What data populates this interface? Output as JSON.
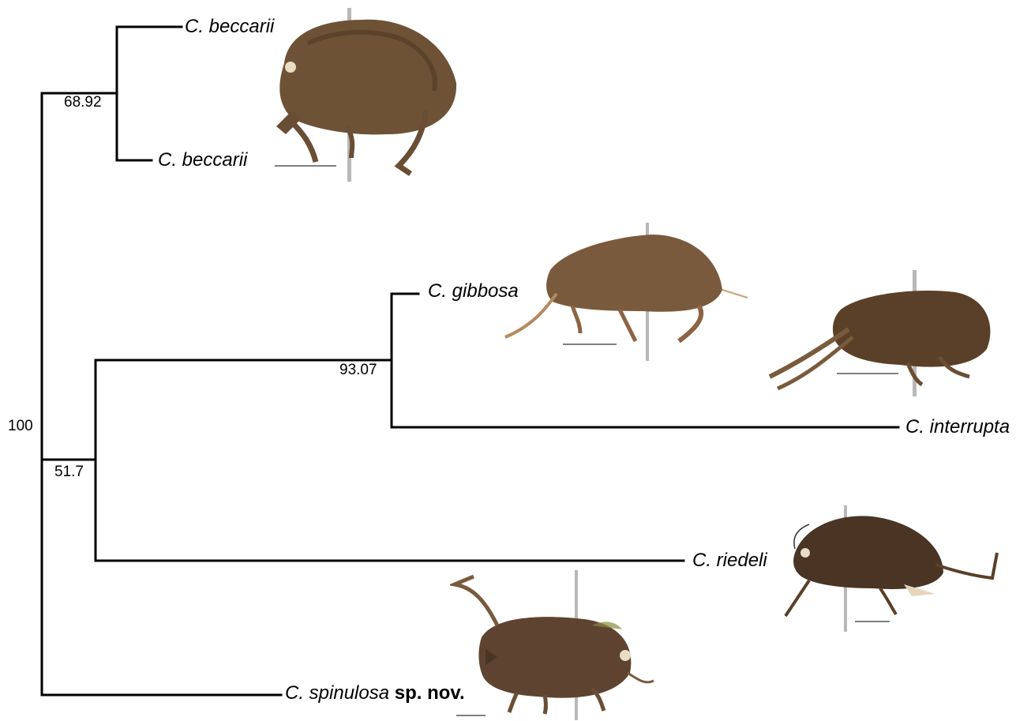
{
  "tree": {
    "taxa": [
      {
        "id": "beccarii-1",
        "name": "C. beccarii",
        "suffix": ""
      },
      {
        "id": "beccarii-2",
        "name": "C. beccarii",
        "suffix": ""
      },
      {
        "id": "gibbosa",
        "name": "C. gibbosa",
        "suffix": ""
      },
      {
        "id": "interrupta",
        "name": "C. interrupta",
        "suffix": ""
      },
      {
        "id": "riedeli",
        "name": "C. riedeli",
        "suffix": ""
      },
      {
        "id": "spinulosa",
        "name": "C. spinulosa",
        "suffix": "sp. nov."
      }
    ],
    "support_values": {
      "root": "100",
      "beccarii_clade": "68.92",
      "inner_clade": "51.7",
      "gibbosa_interrupta": "93.07"
    }
  },
  "specimen_photos": [
    {
      "name": "specimen-beccarii",
      "color": "#6e5236"
    },
    {
      "name": "specimen-gibbosa",
      "color": "#7a5a3c"
    },
    {
      "name": "specimen-interrupta",
      "color": "#5a4028"
    },
    {
      "name": "specimen-riedeli",
      "color": "#4a3423"
    },
    {
      "name": "specimen-spinulosa",
      "color": "#5e4430"
    }
  ]
}
